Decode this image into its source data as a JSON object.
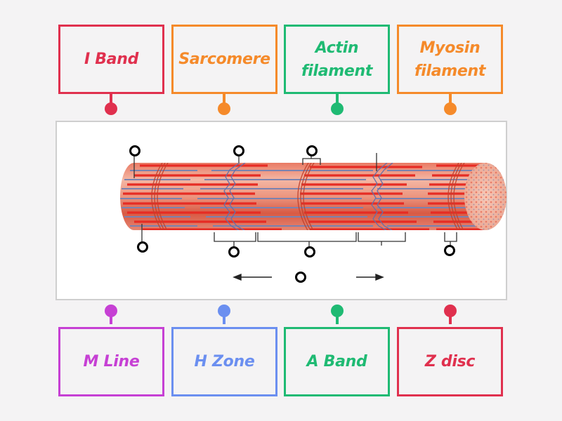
{
  "top_labels": [
    {
      "text": "I Band",
      "color": "#e0304e"
    },
    {
      "text": "Sarcomere",
      "color": "#f58a2a"
    },
    {
      "text": "Actin filament",
      "line1": "Actin",
      "line2": "filament",
      "color": "#1fba73"
    },
    {
      "text": "Myosin filament",
      "line1": "Myosin",
      "line2": "filament",
      "color": "#f58a2a"
    }
  ],
  "bottom_labels": [
    {
      "text": "M Line",
      "color": "#c640d4"
    },
    {
      "text": "H Zone",
      "color": "#6b8ff0"
    },
    {
      "text": "A Band",
      "color": "#1fba73"
    },
    {
      "text": "Z disc",
      "color": "#e0304e"
    }
  ],
  "diagram": {
    "subject": "muscle myofibril / sarcomere structure",
    "hotspot_count": 9
  }
}
